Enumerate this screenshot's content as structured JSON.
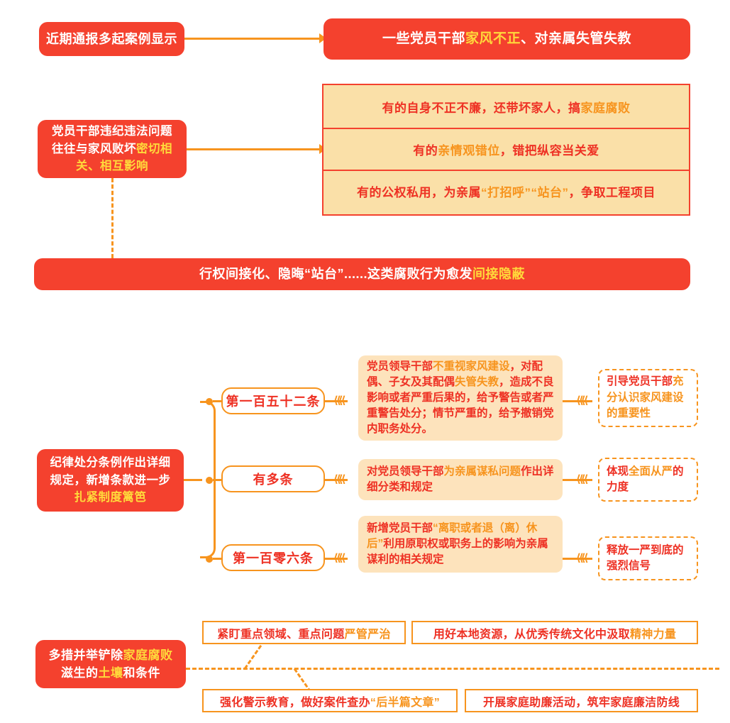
{
  "theme": {
    "red": "#F4412E",
    "orange": "#F7941E",
    "yellow": "#FFD93B",
    "tan": "#FAE0A8",
    "light_orange": "#FDE3BC",
    "text_red": "#EE3124"
  },
  "section1": {
    "source_label": "近期通报多起案例显示",
    "banner": {
      "part1": "一些党员干部",
      "highlight": "家风不正",
      "part2": "、对亲属失管失教"
    }
  },
  "section2": {
    "left_box": {
      "line1": "党员干部违纪违法问题",
      "line2_plain": "往往与家风败坏",
      "line2_highlight": "密切相",
      "line3_highlight": "关、相互影响"
    },
    "rows": [
      {
        "p1": "有的自身不正不廉，还带坏家人，搞",
        "h1": "家庭腐败",
        "p2": ""
      },
      {
        "p1": "有的",
        "h1": "亲情观错位",
        "p2": "，错把纵容当关爱"
      },
      {
        "p1": "有的公权私用，为亲属",
        "h1": "“打招呼”“站台”",
        "p2": "，争取工程项目"
      }
    ],
    "bottom_banner": {
      "part1": "行权间接化、隐晦“站台”......这类腐败行为愈发",
      "highlight": "间接隐蔽"
    }
  },
  "section3": {
    "left_box": {
      "line1": "纪律处分条例作出详细",
      "line2": "规定，新增条款进一步",
      "line3_highlight": "扎紧制度篱笆"
    },
    "branches": [
      {
        "label": "第一百五十二条",
        "detail": {
          "p1": "党员领导干部",
          "h1": "不重视家风建设",
          "p2": "，对配偶、子女及其配偶",
          "h2": "失管失教",
          "p3": "，造成不良影响或者严重后果的，给予警告或者严重警告处分；情节严重的，给予撤销党内职务处分。"
        },
        "outcome": {
          "p1": "引导党员干部",
          "h1": "充分认识家风建设的重要性",
          "p2": ""
        }
      },
      {
        "label": "有多条",
        "detail": {
          "p1": "对党员领导干部",
          "h1": "为亲属谋私问题",
          "p2": "作出详细分类和规定",
          "h2": "",
          "p3": ""
        },
        "outcome": {
          "p1": "体现",
          "h1": "全面从严",
          "p2": "的力度"
        }
      },
      {
        "label": "第一百零六条",
        "detail": {
          "p1": "新增党员干部",
          "h1": "“离职或者退（离）休后”",
          "p2": "利用原职权或职务上的影响为亲属谋利的相关规定",
          "h2": "",
          "p3": ""
        },
        "outcome": {
          "p1": "释放一严到底",
          "h1": "",
          "p2": "的强烈信号"
        }
      }
    ]
  },
  "section4": {
    "left_box": {
      "line1_plain": "多措并举铲除",
      "line1_highlight": "家庭腐败",
      "line2_plain": "滋生的",
      "line2_highlight": "土壤",
      "line2_plain2": "和条件"
    },
    "measures": [
      {
        "p1": "紧盯重点领域、重点问题",
        "h1": "严管严治",
        "p2": ""
      },
      {
        "p1": "用好本地资源，从优秀传统文化中汲取",
        "h1": "精神力量",
        "p2": ""
      },
      {
        "p1": "强化警示教育，做好案件查办",
        "h1": "“后半篇文章”",
        "p2": ""
      },
      {
        "p1": "开展家庭助廉活动，筑牢家庭廉洁防线",
        "h1": "",
        "p2": ""
      }
    ]
  },
  "icons": {
    "arrow_right": "arrow-right-icon",
    "chevron_triple_left": "chevron-triple-left-icon",
    "node_dot": "node-dot-icon"
  }
}
